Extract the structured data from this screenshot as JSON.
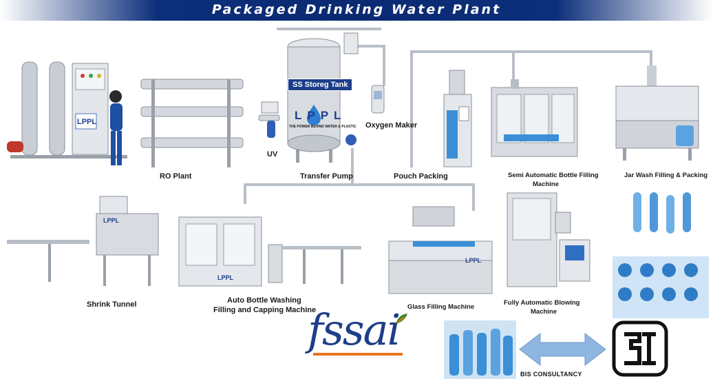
{
  "banner": {
    "title": "Packaged Drinking Water Plant"
  },
  "labels": {
    "ro_plant": "RO Plant",
    "uv": "UV",
    "ss_tank": "SS Storeg Tank",
    "oxygen_maker": "Oxygen Maker",
    "transfer_pump": "Transfer Pump",
    "pouch_packing": "Pouch Packing",
    "semi_auto_line1": "Semi Automatic Bottle Filling",
    "semi_auto_line2": "Machine",
    "jar_wash": "Jar Wash Filling & Packing",
    "shrink_tunnel": "Shrink Tunnel",
    "auto_bottle_line1": "Auto Bottle Washing",
    "auto_bottle_line2": "Filling and Capping Machine",
    "glass_filling": "Glass Filling Machine",
    "blowing_line1": "Fully Automatic Blowing",
    "blowing_line2": "Machine",
    "bis_consultancy": "BIS CONSULTANCY"
  },
  "brand": {
    "logo_text": "LPPL",
    "tank_subtext": "THE POWER BEHIND WATER & PLASTIC"
  },
  "logos": {
    "fssai": "fssai",
    "isi": "ISI"
  },
  "colors": {
    "navy": "#0a2a72",
    "steel": "#c9ced6",
    "water_blue": "#3a8fd6",
    "fssai_orange": "#e8741e",
    "fssai_green": "#3a8a2a"
  }
}
